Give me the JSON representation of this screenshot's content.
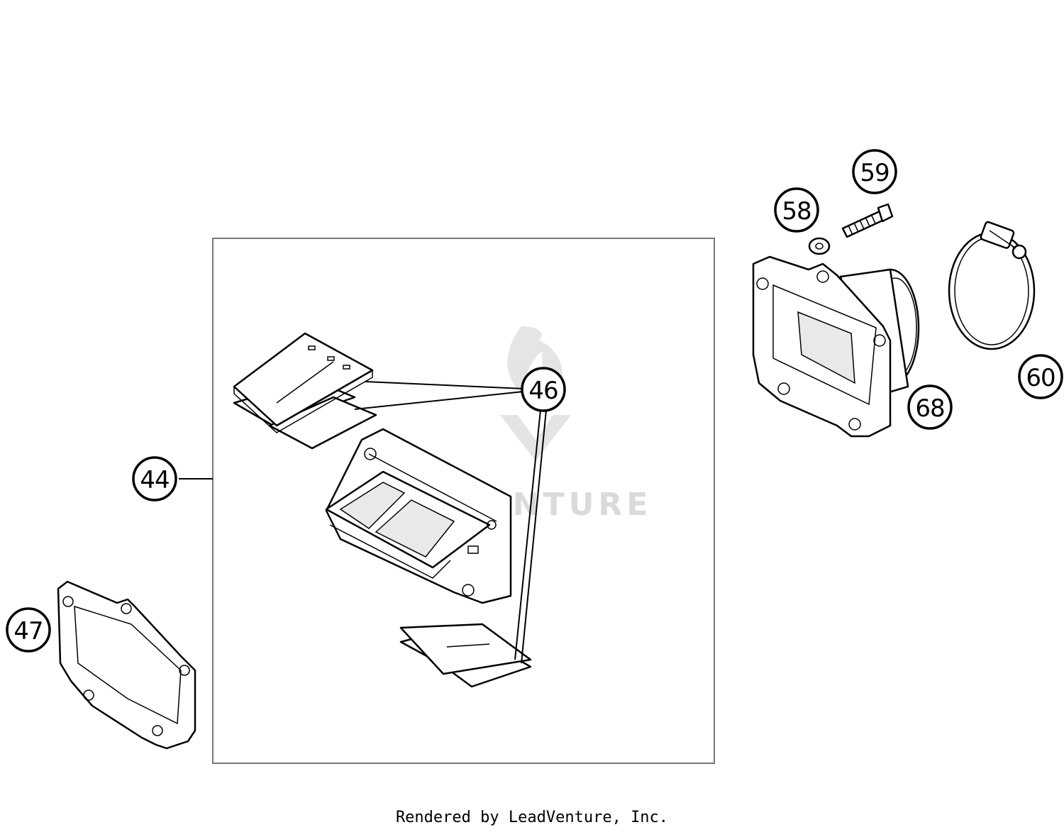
{
  "callouts": {
    "c44": "44",
    "c46": "46",
    "c47": "47",
    "c58": "58",
    "c59": "59",
    "c60": "60",
    "c68": "68"
  },
  "watermark": {
    "text": "LEADVENTURE"
  },
  "footer": {
    "text": "Rendered by LeadVenture, Inc."
  }
}
